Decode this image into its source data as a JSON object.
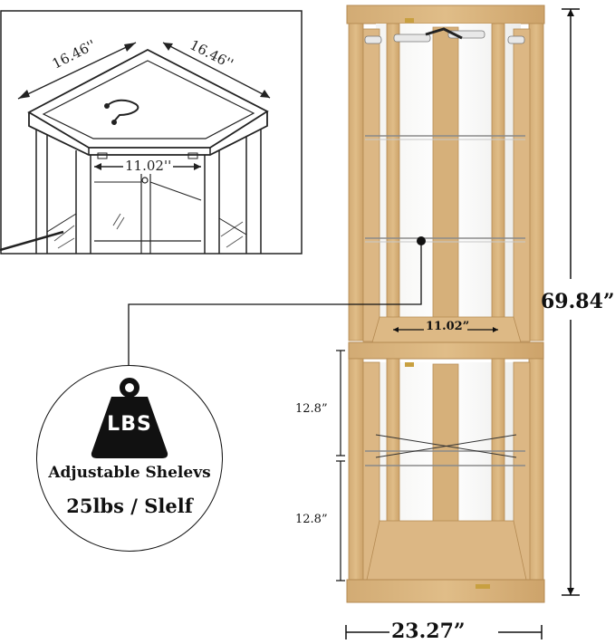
{
  "inset": {
    "width_left": "16.46''",
    "width_right": "16.46''",
    "inner_width": "11.02''"
  },
  "cabinet": {
    "height": "69.84”",
    "base_width": "23.27”",
    "shelf_width": "11.02”",
    "shelf_gap_upper": "12.8”",
    "shelf_gap_lower": "12.8”",
    "wood_color": "#d9b47f",
    "wood_dark": "#c49a62"
  },
  "badge": {
    "icon": "weight-lbs-icon",
    "icon_label": "LBS",
    "title": "Adjustable Shelevs",
    "capacity": "25lbs / Slelf"
  }
}
